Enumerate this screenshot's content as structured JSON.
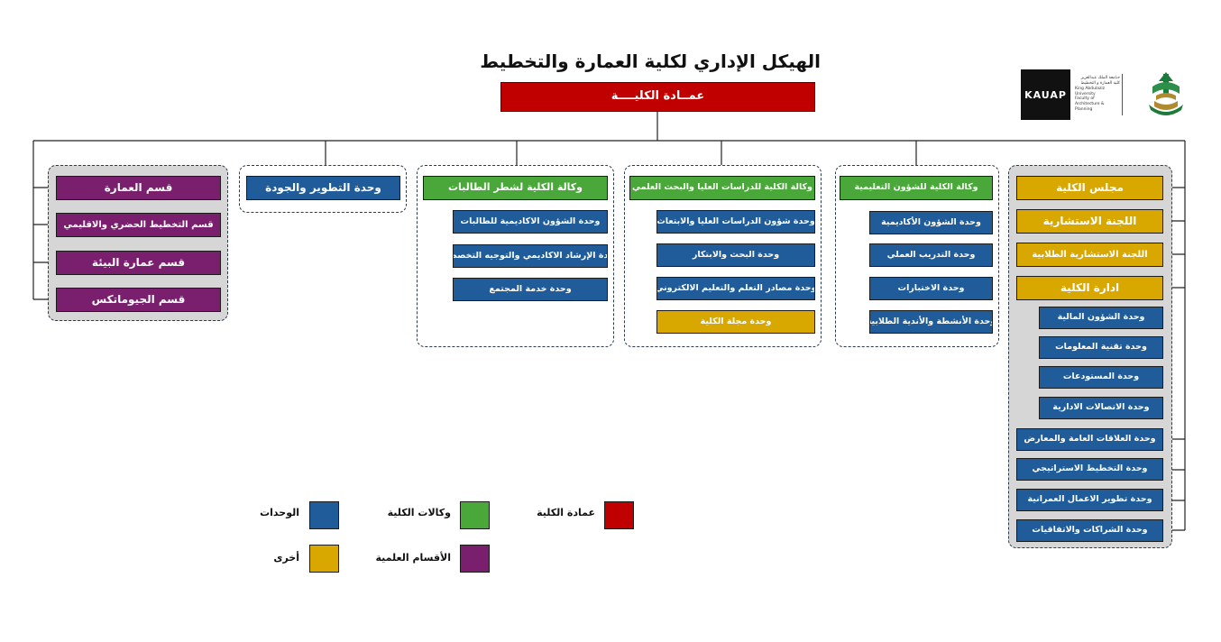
{
  "title": "الهيكل الإداري لكلية العمارة والتخطيط",
  "dean": "عمــادة الكليــــة",
  "logos": {
    "kauap": "KAUAP",
    "university_ar": "جـامعة الملك عبدالعزيز",
    "faculty_ar": "كلية العمارة و التخطيط",
    "university_en": "King Abdulaziz University",
    "faculty_en": "Faculty of Architecture & Planning"
  },
  "colors": {
    "dean": "#c00000",
    "vice": "#4aa83a",
    "unit": "#1f5c99",
    "department": "#7a1f6e",
    "other": "#d9a800"
  },
  "departments": [
    "قسم العمارة",
    "قسم التخطيط الحضري والاقليمي",
    "قسم عمارة البيئة",
    "قسم الجيوماتكس"
  ],
  "quality_unit": "وحدة التطوير والجودة",
  "vice_female": {
    "head": "وكالة الكلية لشطر الطالبات",
    "units": [
      "وحدة الشؤون الاكاديمية للطالبات",
      "وحدة الإرشاد الاكاديمي والتوجيه التخصصي",
      "وحدة خدمة المجتمع"
    ]
  },
  "vice_research": {
    "head": "وكالة الكلية للدراسات العليا والبحث العلمي",
    "units": [
      "وحدة شؤون الدراسات العليا والابتعاث",
      "وحدة البحث والابتكار",
      "وحدة مصادر التعلم والتعليم الالكتروني"
    ],
    "other": "وحدة مجلة الكلية"
  },
  "vice_education": {
    "head": "وكالة الكلية للشؤون التعليمية",
    "units": [
      "وحدة الشؤون الأكاديمية",
      "وحدة التدريب العملي",
      "وحدة الاختبارات",
      "وحدة الأنشطة والأندية الطلابية"
    ]
  },
  "right_group": {
    "council": "مجلس الكلية",
    "advisory": "اللجنة الاستشارية",
    "student_advisory": "اللجنة الاستشارية الطلابية",
    "administration": "ادارة الكلية",
    "admin_units": [
      "وحدة الشؤون المالية",
      "وحدة تقنية المعلومات",
      "وحدة المستودعات",
      "وحدة الاتصالات الادارية"
    ],
    "units": [
      "وحدة العلاقات العامة والمعارض",
      "وحدة التخطيط الاستراتيجي",
      "وحدة تطوير الاعمال العمرانية",
      "وحدة الشراكات والاتفاقيات"
    ]
  },
  "legend": {
    "units": "الوحدات",
    "vice": "وكالات الكلية",
    "dean": "عمادة الكلية",
    "other": "أخرى",
    "departments": "الأقسام العلمية"
  }
}
